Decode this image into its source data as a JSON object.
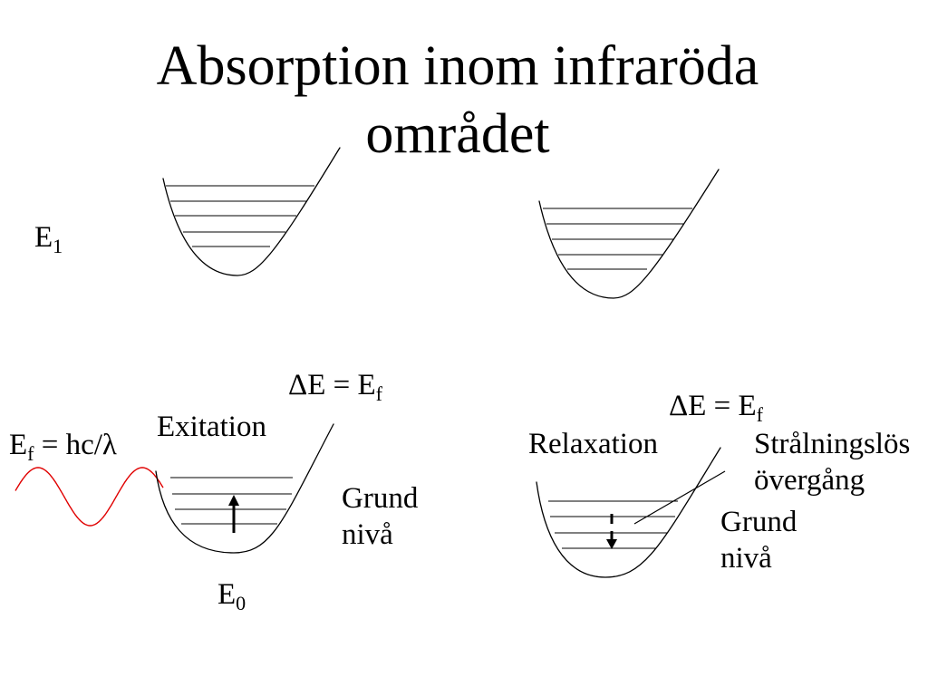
{
  "slide": {
    "title_lines": [
      "Absorption inom infraröda",
      "området"
    ]
  },
  "labels": {
    "e1": {
      "main": "E",
      "sub": "1"
    },
    "excitation_delta_e": {
      "main": "ΔE = E",
      "sub": "f"
    },
    "relaxation_delta_e": {
      "main": "ΔE = E",
      "sub": "f"
    },
    "exitation": "Exitation",
    "photon_energy": {
      "main": "E",
      "sub": "f",
      "rest": " = hc/λ"
    },
    "relaxation": "Relaxation",
    "radiationless_transition": [
      "Strålningslös",
      "övergång"
    ],
    "ground_level_excitation": [
      "Grund",
      "nivå"
    ],
    "ground_level_relaxation": [
      "Grund",
      "nivå"
    ],
    "e0": {
      "main": "E",
      "sub": "0"
    }
  },
  "colors": {
    "background": "#ffffff",
    "ink": "#000000",
    "light_wave": "#e00000"
  }
}
